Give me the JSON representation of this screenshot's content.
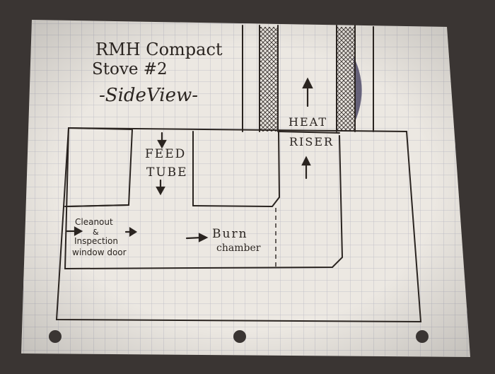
{
  "title": {
    "line1": "RMH Compact",
    "line2": "Stove #2",
    "line3": "-SideView-"
  },
  "labels": {
    "feed_tube_1": "FEED",
    "feed_tube_2": "TUBE",
    "heat_riser_1": "HEAT",
    "heat_riser_2": "RISER",
    "cleanout_1": "Cleanout",
    "cleanout_2": "&",
    "cleanout_3": "Inspection",
    "cleanout_4": "window door",
    "burn_1": "Burn",
    "burn_2": "chamber"
  },
  "colors": {
    "paper": "#ece8e2",
    "grid": "#b9b9c4",
    "ink": "#2a2420",
    "background": "#3a3533"
  }
}
